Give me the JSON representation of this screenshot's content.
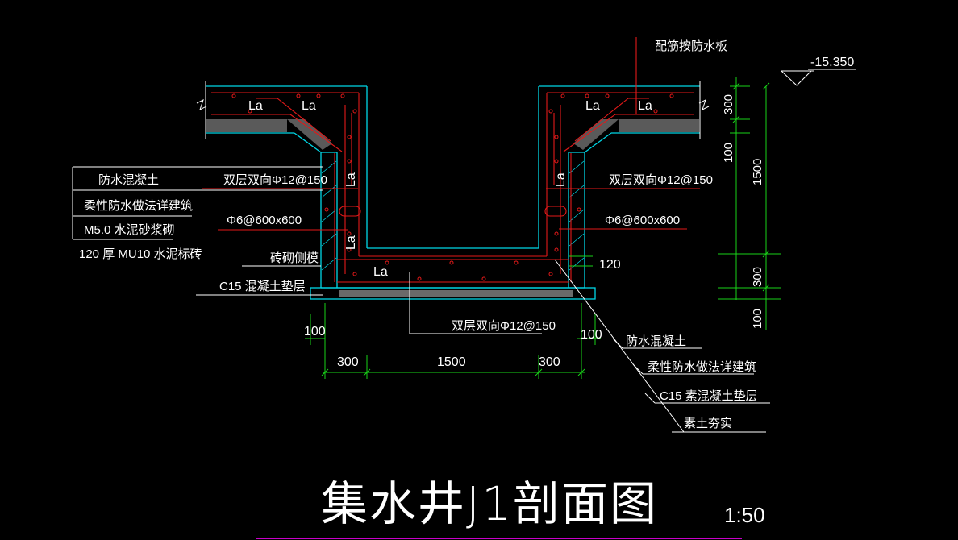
{
  "colors": {
    "background": "#000000",
    "concrete_outline": "#00d7e6",
    "rebar": "#e31919",
    "dimension": "#19d219",
    "leader": "#ffffff",
    "text": "#ffffff",
    "magenta_border": "#c800c8"
  },
  "drawing": {
    "title": "集水井J1剖面图",
    "scale": "1:50",
    "elevation": "-15.350",
    "top_note": "配筋按防水板"
  },
  "labels": {
    "la": "La",
    "rebar_left": "双层双向Φ12@150",
    "rebar_right": "双层双向Φ12@150",
    "rebar_bottom": "双层双向Φ12@150",
    "tie_left": "Φ6@600x600",
    "tie_right": "Φ6@600x600",
    "brick_form": "砖砌侧模",
    "c15_left": "C15 混凝土垫层"
  },
  "left_legend": [
    "防水混凝土",
    "柔性防水做法详建筑",
    "M5.0   水泥砂浆砌",
    "120   厚  MU10    水泥标砖"
  ],
  "right_legend": [
    "防水混凝土",
    "柔性防水做法详建筑",
    "C15      素混凝土垫层",
    "素土夯实"
  ],
  "dimensions": {
    "bottom_left": "300",
    "bottom_center": "1500",
    "bottom_right": "300",
    "left_offset": "100",
    "right_offset": "100",
    "right_120": "120",
    "vertical": [
      "300",
      "100",
      "1500",
      "300",
      "100"
    ]
  }
}
